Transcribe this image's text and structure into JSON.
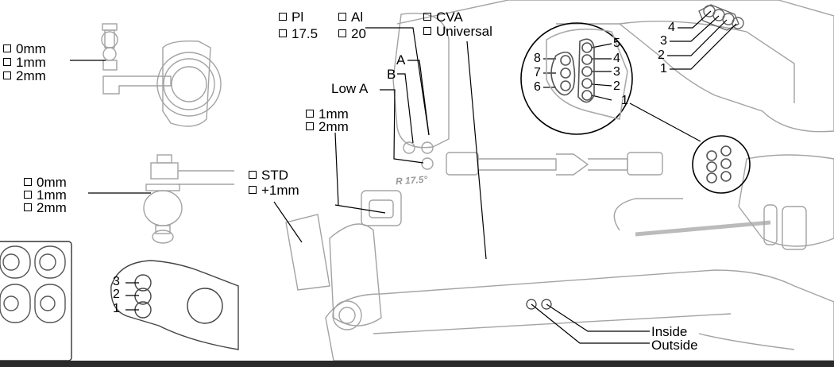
{
  "top_left_spacer": {
    "options": [
      "0mm",
      "1mm",
      "2mm"
    ]
  },
  "mid_left_spacer": {
    "options": [
      "0mm",
      "1mm",
      "2mm"
    ]
  },
  "arm_holes": {
    "numbers": [
      "3",
      "2",
      "1"
    ]
  },
  "roll_center": {
    "options_a": [
      "Pl",
      "17.5"
    ],
    "options_b": [
      "Al",
      "20"
    ]
  },
  "cva": {
    "options": [
      "CVA",
      "Universal"
    ]
  },
  "caster_positions": [
    "A",
    "B",
    "Low A"
  ],
  "upper_spacer": {
    "options": [
      "1mm",
      "2mm"
    ]
  },
  "axle": {
    "options": [
      "STD",
      "+1mm"
    ]
  },
  "camber_left_numbers": [
    "8",
    "7",
    "6"
  ],
  "camber_right_numbers": [
    "5",
    "4",
    "3",
    "2",
    "1"
  ],
  "top_right_numbers": [
    "4",
    "3",
    "2",
    "1"
  ],
  "lower_arm": {
    "options": [
      "Inside",
      "Outside"
    ]
  },
  "block_stamp": "R 17.5°",
  "colors": {
    "line": "#000000",
    "part_stroke": "#9a9a9a",
    "bottom_border": "#2a2a2a"
  }
}
